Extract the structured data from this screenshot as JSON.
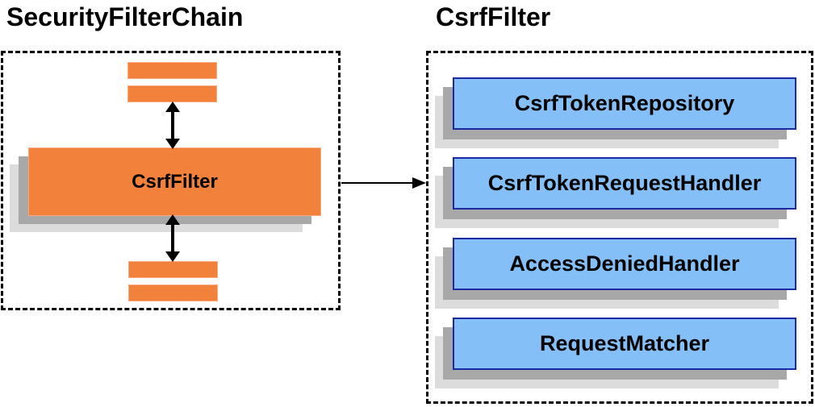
{
  "left_panel": {
    "title": "SecurityFilterChain",
    "filter_box_label": "CsrfFilter"
  },
  "right_panel": {
    "title": "CsrfFilter",
    "components": [
      "CsrfTokenRepository",
      "CsrfTokenRequestHandler",
      "AccessDeniedHandler",
      "RequestMatcher"
    ]
  },
  "colors": {
    "orange": "#f2813c",
    "orange-border": "#f9a97d",
    "blue": "#85bff7",
    "blue-border": "#1b2aa2",
    "shadow-dark": "#a8a8a8",
    "shadow-light": "#dcdcdc",
    "line": "#000000",
    "bg": "#ffffff",
    "text": "#000000"
  }
}
